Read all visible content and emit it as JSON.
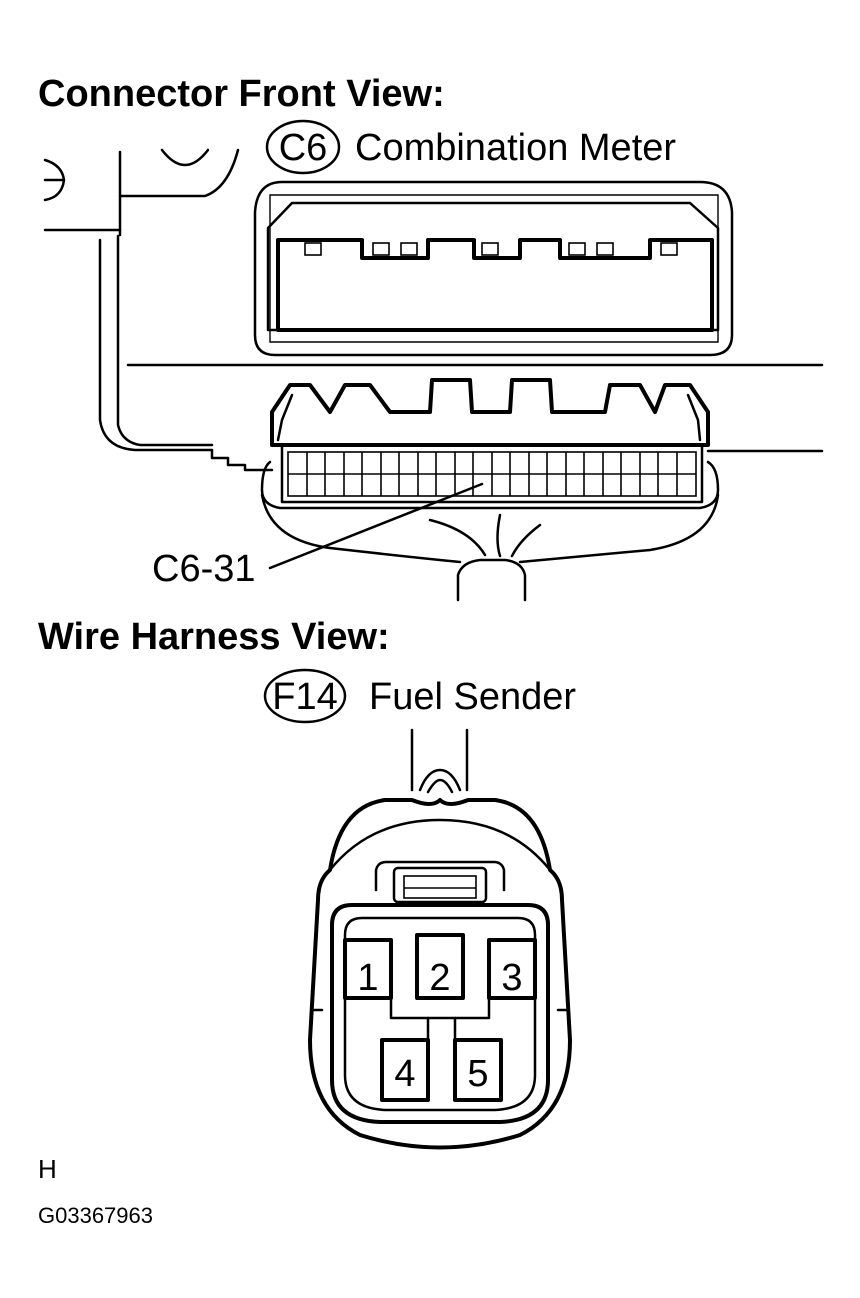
{
  "connector_front_view": {
    "heading": "Connector Front View:",
    "code": "C6",
    "name": "Combination Meter",
    "pin_callout": "C6-31"
  },
  "wire_harness_view": {
    "heading": "Wire Harness View:",
    "code": "F14",
    "name": "Fuel Sender",
    "pins": [
      "1",
      "2",
      "3",
      "4",
      "5"
    ]
  },
  "footer": {
    "letter": "H",
    "figure_id": "G03367963"
  }
}
